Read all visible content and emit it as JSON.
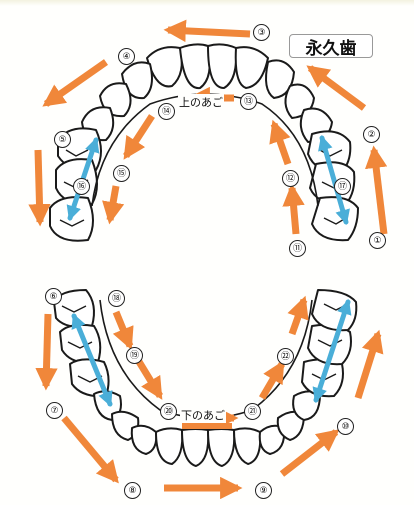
{
  "title": "永久歯",
  "upper_jaw_label": "上のあご",
  "lower_jaw_label": "下のあご",
  "steps": [
    "①",
    "②",
    "③",
    "④",
    "⑤",
    "⑥",
    "⑦",
    "⑧",
    "⑨",
    "⑩",
    "⑪",
    "⑫",
    "⑬",
    "⑭",
    "⑮",
    "⑯",
    "⑰",
    "⑱",
    "⑲",
    "⑳",
    "㉑",
    "㉒"
  ],
  "colors": {
    "arrow": "#f0873a",
    "brush_line": "#4aaed8",
    "tooth_outline": "#1a1a1a",
    "background": "#fffffd"
  }
}
